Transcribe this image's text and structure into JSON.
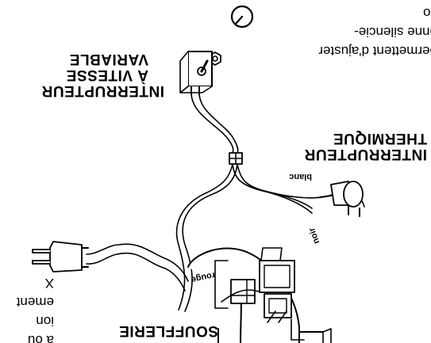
{
  "labels": {
    "switch_line1": "INTERRUPTEUR",
    "switch_line2": "À VITESSE",
    "switch_line3": "VARIABLE",
    "thermal_line1": "INTERRUPTEUR",
    "thermal_line2": "THERMIQUE",
    "blower": "SOUFFLERIE"
  },
  "wires": {
    "blanc": "blanc",
    "noir": "noir",
    "rouge": "rouge"
  },
  "left_text": [
    "X",
    "ement",
    "ion",
    "a ou"
  ],
  "right_text": [
    "co",
    "onne silencie-",
    "permettent d'ajuster"
  ],
  "colors": {
    "ink": "#000000",
    "background": "#ffffff"
  }
}
